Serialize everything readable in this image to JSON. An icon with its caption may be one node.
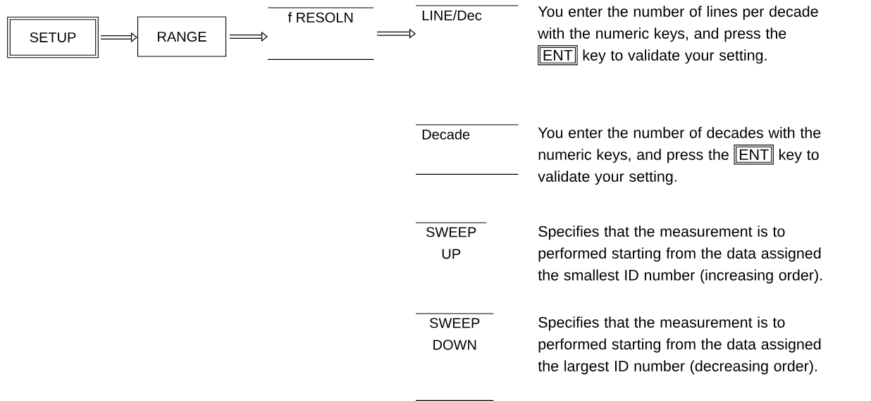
{
  "diagram": {
    "nodes": [
      {
        "text": [
          "SETUP"
        ]
      },
      {
        "text": [
          "RANGE"
        ]
      },
      {
        "text": [
          "f RESOLN"
        ]
      },
      {
        "text": [
          "LINE/Dec"
        ],
        "beside": [
          "You enter the number of lines per decade with the numeric keys, and press the",
          "ENT",
          "key to validate your setting."
        ]
      },
      {
        "text": [
          "Decade"
        ],
        "beside": [
          "You enter the number of decades with the numeric keys, and press the",
          "ENT",
          "key to validate your setting."
        ]
      },
      {
        "text": [
          "SWEEP UP"
        ],
        "beside": [
          "Specifies that the measurement is to performed starting from the data assigned the smallest ID number (increasing order)."
        ]
      },
      {
        "text": [
          "SWEEP DOWN"
        ],
        "beside": [
          "Specifies that the measurement is to performed starting from the data assigned the largest ID number (decreasing order)."
        ]
      }
    ],
    "edges": [
      {
        "from": 0,
        "to": 1,
        "arrow": "to"
      },
      {
        "from": 1,
        "to": 2,
        "arrow": "to"
      },
      {
        "from": 2,
        "to": 3,
        "arrow": "to"
      }
    ]
  }
}
